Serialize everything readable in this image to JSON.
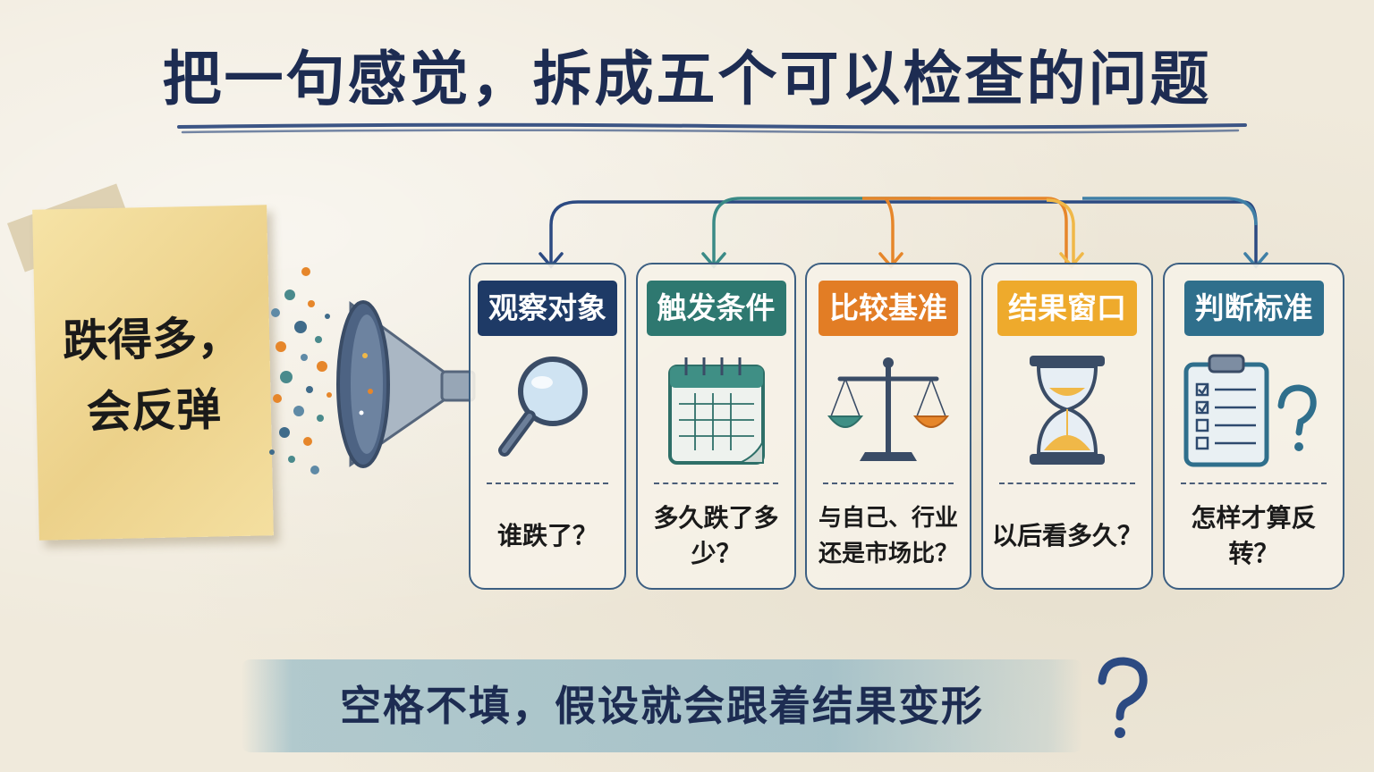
{
  "title": "把一句感觉，拆成五个可以检查的问题",
  "note": {
    "line1": "跌得多，",
    "line2": "会反弹"
  },
  "cards": [
    {
      "label": "观察对象",
      "question": "谁跌了？",
      "color": "#1e3a66",
      "icon": "magnifier-icon"
    },
    {
      "label": "触发条件",
      "question": "多久跌了多少？",
      "color": "#2e7870",
      "icon": "calendar-icon"
    },
    {
      "label": "比较基准",
      "question": "与自己、行业\n还是市场比？",
      "color": "#e27d25",
      "icon": "balance-scale-icon"
    },
    {
      "label": "结果窗口",
      "question": "以后看多久？",
      "color": "#eeaa2c",
      "icon": "hourglass-icon"
    },
    {
      "label": "判断标准",
      "question": "怎样才算反转？",
      "color": "#2f6f8c",
      "icon": "checklist-clipboard-icon"
    }
  ],
  "footer": "空格不填，假设就会跟着结果变形",
  "colors": {
    "title": "#1d2c52",
    "card_border": "#3c5f82",
    "arrow_navy": "#2c4a82",
    "arrow_teal": "#3a8a86",
    "arrow_orange": "#e6862a",
    "arrow_yellow": "#f0b848",
    "arrow_blue": "#3f7fa6"
  }
}
